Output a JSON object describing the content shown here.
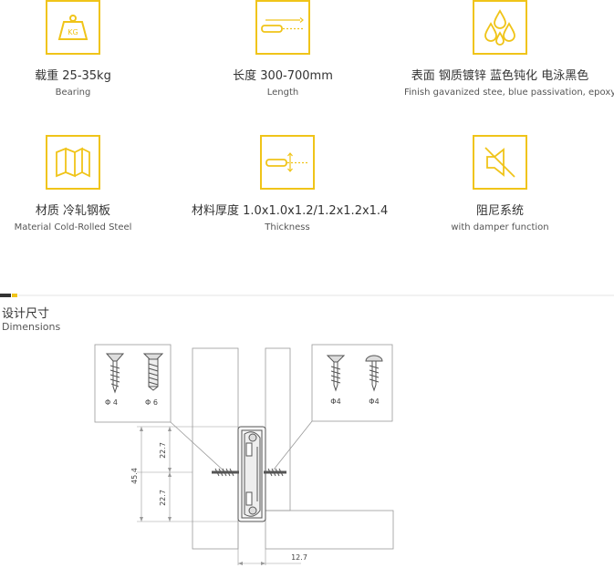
{
  "features": [
    {
      "title": "载重 25-35kg",
      "subtitle": "Bearing",
      "icon": "weight-icon"
    },
    {
      "title": "长度 300-700mm",
      "subtitle": "Length",
      "icon": "length-icon"
    },
    {
      "title": "表面 钢质镀锌 蓝色钝化 电泳黑色",
      "subtitle": "Finish gavanized stee, blue passivation, epoxy black",
      "icon": "water-drops-icon"
    },
    {
      "title": "材质 冷轧钢板",
      "subtitle": "Material Cold-Rolled Steel",
      "icon": "steel-sheet-icon"
    },
    {
      "title": "材料厚度 1.0x1.0x1.2/1.2x1.2x1.4",
      "subtitle": "Thickness",
      "icon": "thickness-icon"
    },
    {
      "title": "阻尼系统",
      "subtitle": "with damper function",
      "icon": "mute-speaker-icon"
    }
  ],
  "icon_badge_text": "KG",
  "section": {
    "title": "设计尺寸",
    "subtitle": "Dimensions"
  },
  "screws_left": [
    "Φ 4",
    "Φ 6"
  ],
  "screws_right": [
    "Φ4",
    "Φ4"
  ],
  "dimensions": {
    "total_height": "45.4",
    "upper_half": "22.7",
    "lower_half": "22.7",
    "width": "12.7"
  },
  "colors": {
    "accent": "#f0c419",
    "dark": "#333333",
    "line": "#999999"
  }
}
